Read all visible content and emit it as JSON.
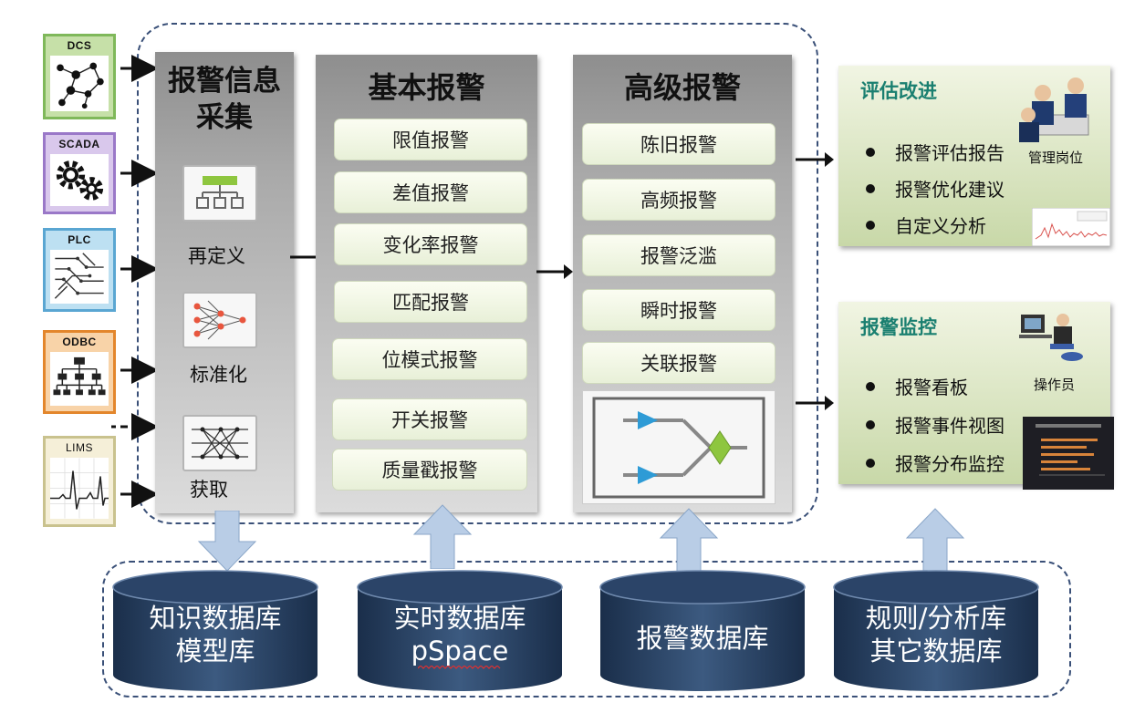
{
  "sources": [
    {
      "label": "DCS"
    },
    {
      "label": "SCADA"
    },
    {
      "label": "PLC"
    },
    {
      "label": "ODBC"
    },
    {
      "label": "LIMS"
    }
  ],
  "collect": {
    "title": [
      "报警信息",
      "采集"
    ],
    "steps": [
      "再定义",
      "标准化",
      "获取"
    ]
  },
  "basic": {
    "title": "基本报警",
    "items": [
      "限值报警",
      "差值报警",
      "变化率报警",
      "匹配报警",
      "位模式报警",
      "开关报警",
      "质量戳报警"
    ]
  },
  "advanced": {
    "title": "高级报警",
    "items": [
      "陈旧报警",
      "高频报警",
      "报警泛滥",
      "瞬时报警",
      "关联报警"
    ]
  },
  "eval": {
    "title": "评估改进",
    "bullets": [
      "报警评估报告",
      "报警优化建议",
      "自定义分析"
    ],
    "role": "管理岗位"
  },
  "monitor": {
    "title": "报警监控",
    "bullets": [
      "报警看板",
      "报警事件视图",
      "报警分布监控"
    ],
    "role": "操作员"
  },
  "databases": [
    {
      "line1": "知识数据库",
      "line2": "模型库"
    },
    {
      "line1": "实时数据库",
      "line2": "pSpace"
    },
    {
      "line1": "报警数据库",
      "line2": ""
    },
    {
      "line1": "规则/分析库",
      "line2": "其它数据库"
    }
  ],
  "colors": {
    "accent_title": "#1a7f70",
    "db_dark": "#1d3350",
    "frame_dash": "#3a5078",
    "arrow_fill": "#b9cde6"
  }
}
